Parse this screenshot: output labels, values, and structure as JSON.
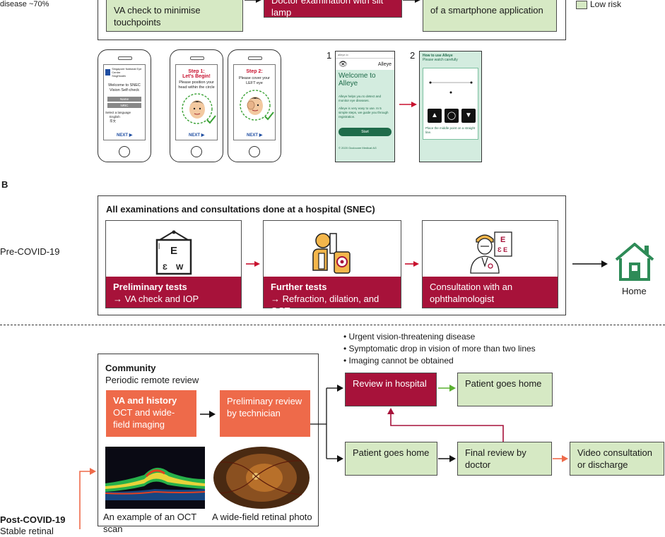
{
  "partA": {
    "left_text": "disease ~70%",
    "box1": "VA check to minimise touchpoints",
    "box2": "Doctor examination with slit lamp",
    "box3": "of a smartphone application",
    "legend_low": "Low risk",
    "phone1": {
      "org": "Singapore National Eye Centre",
      "org_sub": "SingHealth",
      "welcome": "Welcome to SNEC Vision Self-check",
      "field1": "Name",
      "field2": "NRIC",
      "lang_label": "Select a language",
      "lang1": "English",
      "lang2": "华文",
      "next": "NEXT"
    },
    "phone2": {
      "step": "Step 1:",
      "begin": "Let’s Begin!",
      "instr": "Please position your head within the circle",
      "next": "NEXT"
    },
    "phone3": {
      "step": "Step 2:",
      "instr": "Please cover your LEFT eye",
      "next": "NEXT"
    },
    "num1": "1",
    "num2": "2",
    "alleye1": {
      "url": "alleye.io",
      "brand": "Alleye",
      "title": "Welcome to Alleye",
      "p1": "Alleye helps you to detect and monitor eye diseases.",
      "p2": "Alleye is very easy to use. In 5 simple steps, we guide you through registration.",
      "start": "Start",
      "footer": "© 2020 Oculocare Medical AG"
    },
    "alleye2": {
      "title": "How to use Alleye",
      "sub": "Please watch carefully",
      "instr": "Place the middle point on a straight line."
    }
  },
  "partB": {
    "label": "B",
    "pre_label": "Pre-COVID-19",
    "frame_title": "All examinations and consultations done at a hospital (SNEC)",
    "step1_title": "Preliminary tests",
    "step1_sub": "→ VA check and IOP",
    "step2_title": "Further tests",
    "step2_sub": "→ Refraction, dilation, and OCT",
    "step3_line1": "Consultation with an",
    "step3_line2": "ophthalmologist",
    "home": "Home"
  },
  "partC": {
    "post_label": "Post-COVID-19",
    "post_sub": "Stable retinal",
    "community_title": "Community",
    "community_sub": "Periodic remote review",
    "va_title": "VA and history",
    "va_sub": "OCT and wide-field imaging",
    "prelim_review": "Preliminary review by technician",
    "oct_caption": "An example of an OCT scan",
    "retina_caption": "A wide-field retinal photo",
    "bullets": [
      "Urgent vision-threatening disease",
      "Symptomatic drop in vision of more than two lines",
      "Imaging cannot be obtained"
    ],
    "review_hospital": "Review in hospital",
    "patient_home_1": "Patient goes home",
    "patient_home_2": "Patient goes home",
    "final_review": "Final review by doctor",
    "video_consult": "Video consultation or discharge"
  },
  "colors": {
    "green": "#d6e9c4",
    "crimson": "#a7123a",
    "orange": "#ee6a4a",
    "red_arrow": "#c8102e",
    "green_arrow": "#5ab030",
    "house": "#2e8b57"
  }
}
